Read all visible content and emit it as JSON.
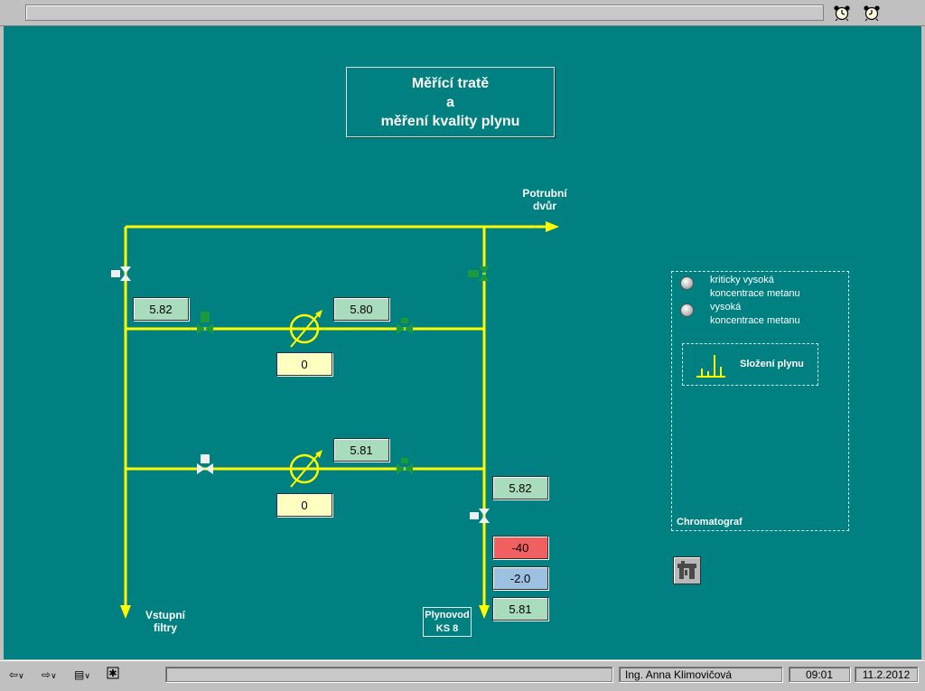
{
  "title": {
    "line1": "Měřící tratě",
    "line2": "a",
    "line3": "měření kvality plynu"
  },
  "labels": {
    "potrubni_line1": "Potrubní",
    "potrubni_line2": "dvůr",
    "vstupni_line1": "Vstupní",
    "vstupni_line2": "filtry",
    "plynovod_line1": "Plynovod",
    "plynovod_line2": "KS 8"
  },
  "values": {
    "line1_pressure_in": "5.82",
    "line1_pressure_out": "5.80",
    "line1_flow": "0",
    "line2_pressure_out": "5.81",
    "line2_flow": "0",
    "outlet_pressure": "5.82",
    "outlet_alarm": "-40",
    "outlet_temp": "-2.0",
    "outlet_pressure2": "5.81"
  },
  "value_colors": {
    "normal": "#a8dcbc",
    "flow": "#ffffc0",
    "alarm": "#f06060",
    "temp": "#9cc0e0"
  },
  "chromatograph": {
    "led1_line1": "kriticky vysoká",
    "led1_line2": "koncentrace metanu",
    "led2_line1": "vysoká",
    "led2_line2": "koncentrace metanu",
    "composition_button": "Složení plynu",
    "panel_label": "Chromatograf"
  },
  "statusbar": {
    "back_icon": "back-arrow-icon",
    "forward_icon": "forward-arrow-icon",
    "screens_icon": "screens-menu-icon",
    "user": "Ing. Anna Klimovičová",
    "time": "09:01",
    "date": "11.2.2012"
  },
  "colors": {
    "background": "#008080",
    "pipe": "#ffff00"
  }
}
